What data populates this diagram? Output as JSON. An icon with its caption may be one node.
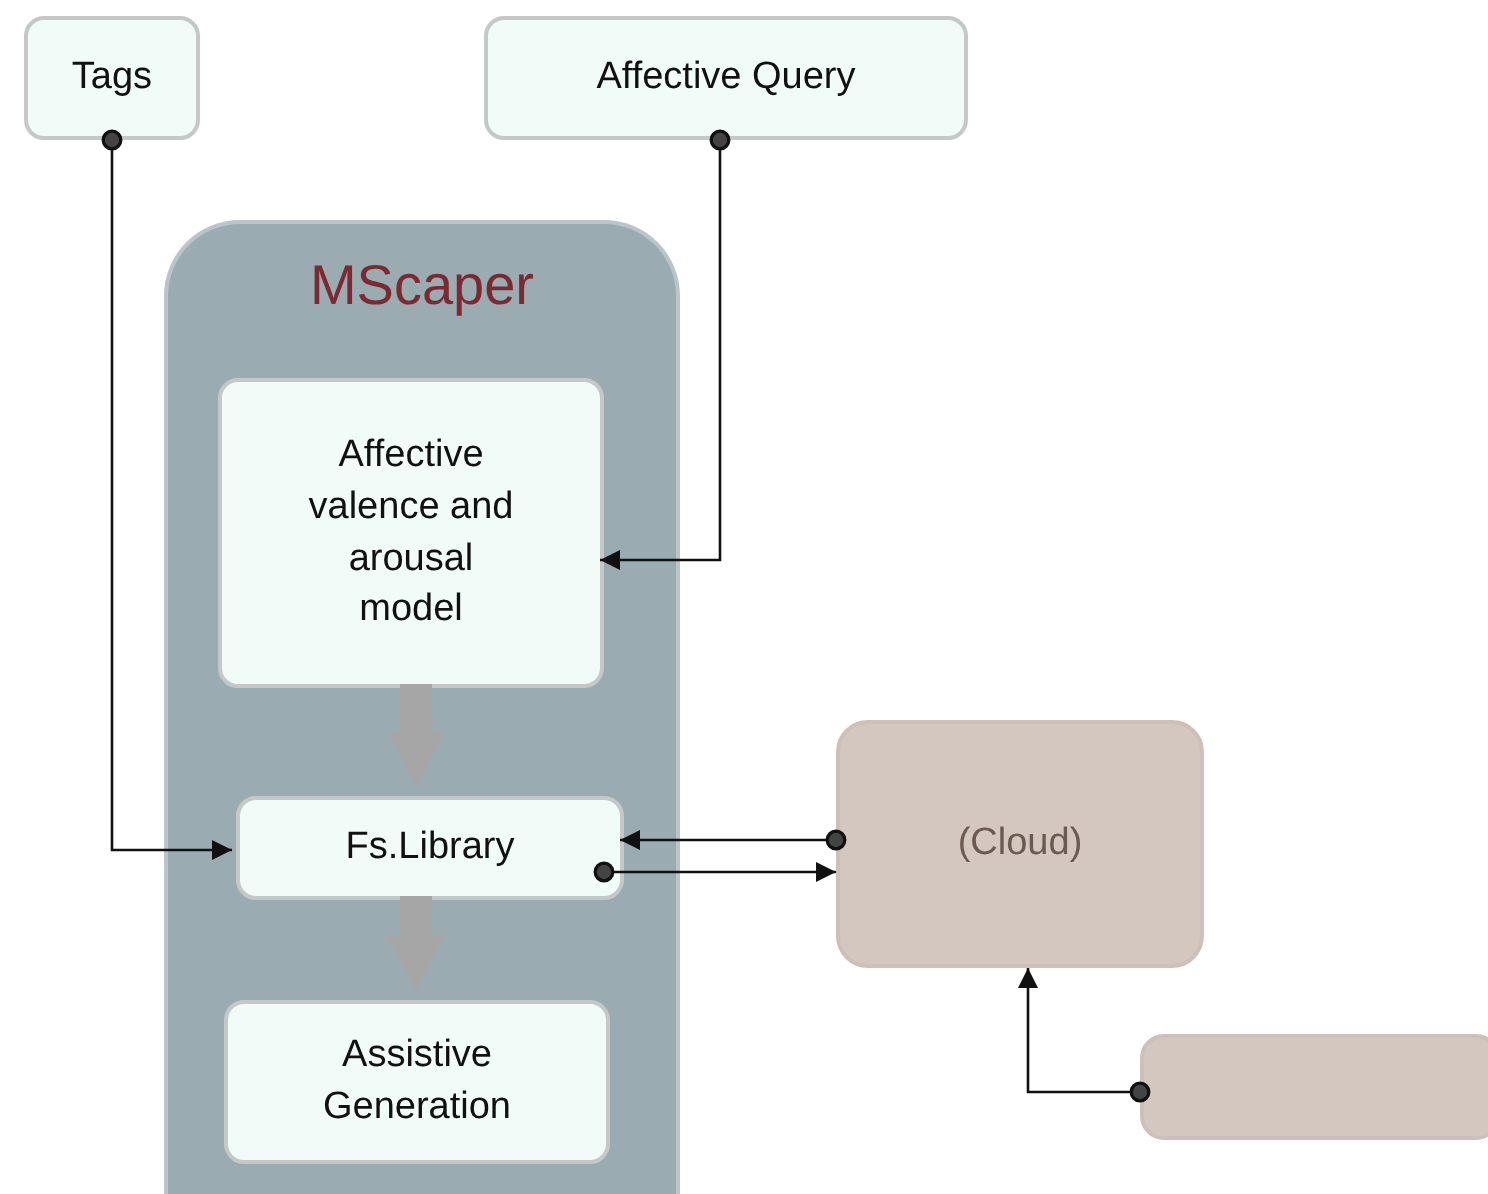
{
  "diagram": {
    "nodes": [
      {
        "text": [
          "Tags"
        ]
      },
      {
        "text": [
          "Affective Query"
        ]
      },
      {
        "text": [
          "MScaper"
        ]
      },
      {
        "text": [
          "Affective valence and arousal model"
        ],
        "in": 2
      },
      {
        "text": [
          "Fs.Library"
        ],
        "in": 2
      },
      {
        "text": [
          "Assistive Generation"
        ],
        "in": 2
      },
      {
        "text": [
          "(Cloud)"
        ]
      },
      {
        "text": [],
        "shape": "box"
      }
    ],
    "edges": [
      {
        "from": 0,
        "to": 4,
        "arrow": "to"
      },
      {
        "from": 1,
        "to": 3,
        "arrow": "to"
      },
      {
        "from": 3,
        "to": 4,
        "arrow": "to",
        "style": "thick",
        "color": "#a6a6a6"
      },
      {
        "from": 6,
        "to": 4,
        "arrow": "to"
      },
      {
        "from": 4,
        "to": 6,
        "arrow": "to"
      },
      {
        "from": 4,
        "to": 5,
        "arrow": "to",
        "style": "thick",
        "color": "#a6a6a6"
      },
      {
        "from": 7,
        "to": 6,
        "arrow": "to"
      }
    ]
  }
}
